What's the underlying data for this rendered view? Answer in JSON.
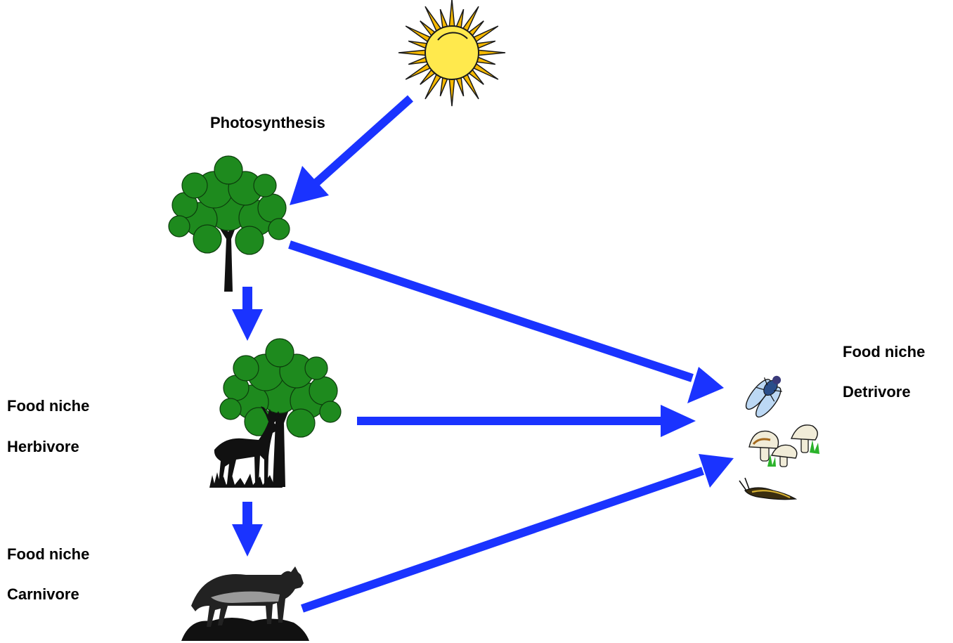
{
  "labels": {
    "photosynthesis": "Photosynthesis",
    "herbivore": {
      "niche": "Food niche",
      "role": "Herbivore"
    },
    "carnivore": {
      "niche": "Food niche",
      "role": "Carnivore"
    },
    "detrivore": {
      "niche": "Food niche",
      "role": "Detrivore"
    }
  },
  "nodes": [
    {
      "id": "sun",
      "icon": "sun-icon"
    },
    {
      "id": "tree",
      "icon": "tree-icon"
    },
    {
      "id": "deer",
      "icon": "deer-under-tree-icon"
    },
    {
      "id": "wolf",
      "icon": "wolf-icon"
    },
    {
      "id": "decomposers",
      "icon": "fly-mushrooms-slug-icon"
    }
  ],
  "arrows": [
    {
      "from": "sun",
      "to": "tree"
    },
    {
      "from": "tree",
      "to": "deer"
    },
    {
      "from": "deer",
      "to": "wolf"
    },
    {
      "from": "tree",
      "to": "decomposers"
    },
    {
      "from": "deer",
      "to": "decomposers"
    },
    {
      "from": "wolf",
      "to": "decomposers"
    }
  ],
  "colors": {
    "arrow": "#1a33ff",
    "sun_rays": "#f5b800",
    "sun_core": "#ffe94d",
    "foliage": "#1e8a1e",
    "silhouette": "#111111"
  }
}
